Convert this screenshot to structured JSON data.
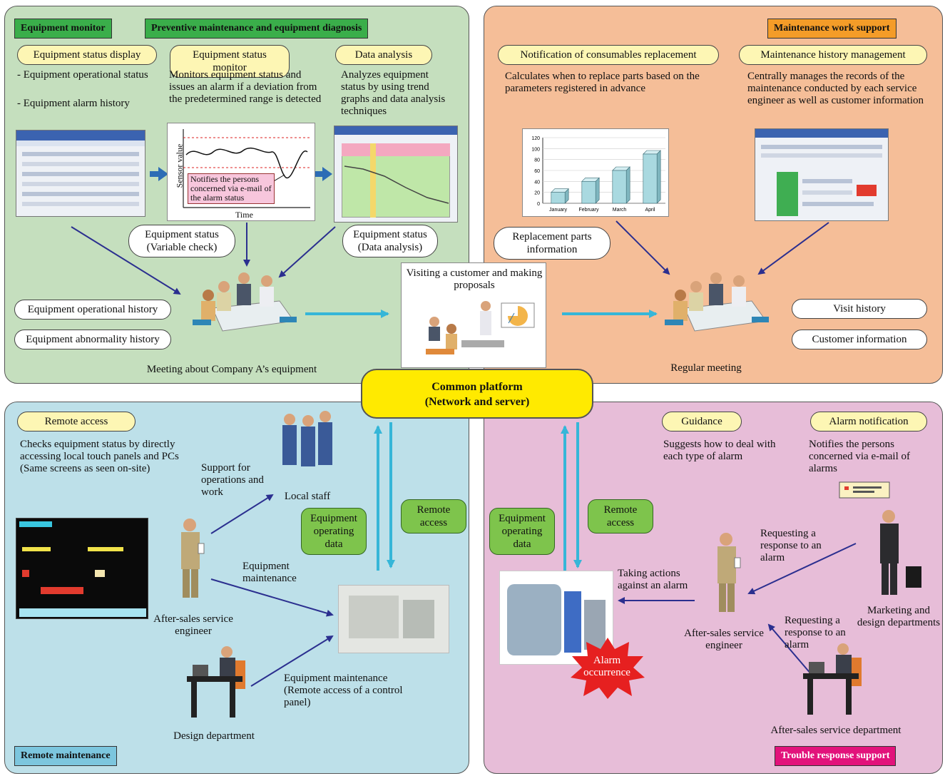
{
  "quadrants": {
    "equipment_monitor": {
      "tag": "Equipment monitor",
      "tag2": "Preventive maintenance and equipment diagnosis"
    },
    "maintenance_support": {
      "tag": "Maintenance work support"
    },
    "remote_maintenance": {
      "tag": "Remote maintenance"
    },
    "trouble_response": {
      "tag": "Trouble response support"
    }
  },
  "tl": {
    "pill1": "Equipment status display",
    "pill2": "Equipment status monitor",
    "pill3": "Data analysis",
    "desc1_a": "- Equipment operational status",
    "desc1_b": "- Equipment alarm history",
    "desc2": "Monitors equipment status and issues an alarm if a deviation from the predetermined range is detected",
    "desc3": "Analyzes equipment status by using trend graphs and data analysis techniques",
    "graph_ylabel": "Sensor value",
    "graph_xlabel": "Time",
    "graph_note": "Notifies the persons concerned via e-mail of the alarm status",
    "oval_var": "Equipment status (Variable check)",
    "oval_data": "Equipment status (Data analysis)",
    "oval_ophist": "Equipment operational history",
    "oval_abhist": "Equipment abnormality history",
    "meeting": "Meeting about Company A’s equipment"
  },
  "center": {
    "visit": "Visiting a customer and making proposals",
    "platform_line1": "Common platform",
    "platform_line2": "(Network and server)"
  },
  "tr": {
    "pill1": "Notification of consumables replacement",
    "pill2": "Maintenance history management",
    "desc1": "Calculates when to replace parts based on the parameters registered in advance",
    "desc2": "Centrally manages the records of the maintenance conducted by each service engineer as well as customer information",
    "oval_parts": "Replacement parts information",
    "oval_visit": "Visit history",
    "oval_customer": "Customer information",
    "meeting": "Regular meeting"
  },
  "bl": {
    "pill1": "Remote access",
    "desc1": "Checks equipment status by directly accessing local touch panels and PCs (Same screens as seen on-site)",
    "support": "Support for operations and work",
    "local_staff": "Local staff",
    "eq_op_data": "Equipment operating data",
    "remote_access": "Remote access",
    "eq_maint": "Equipment maintenance",
    "engineer": "After-sales service engineer",
    "eq_maint_remote": "Equipment maintenance (Remote access of a control panel)",
    "design": "Design department"
  },
  "br": {
    "pill1": "Guidance",
    "pill2": "Alarm notification",
    "desc1": "Suggests how to deal with each type of alarm",
    "desc2": "Notifies the persons concerned via e-mail of alarms",
    "eq_op_data": "Equipment operating data",
    "remote_access": "Remote access",
    "taking_actions": "Taking actions against an alarm",
    "req1": "Requesting a response to an alarm",
    "req2": "Requesting a response to an alarm",
    "engineer": "After-sales service engineer",
    "marketing": "Marketing and design departments",
    "alarm": "Alarm occurrence",
    "dept": "After-sales service department"
  },
  "chart_data": {
    "type": "bar",
    "categories": [
      "January",
      "February",
      "March",
      "April"
    ],
    "values": [
      20,
      40,
      60,
      90
    ],
    "ylim": [
      0,
      120
    ],
    "yticks": [
      "120",
      "100",
      "80",
      "60",
      "40",
      "20",
      "0"
    ],
    "bar_color": "#a9d9e0"
  }
}
